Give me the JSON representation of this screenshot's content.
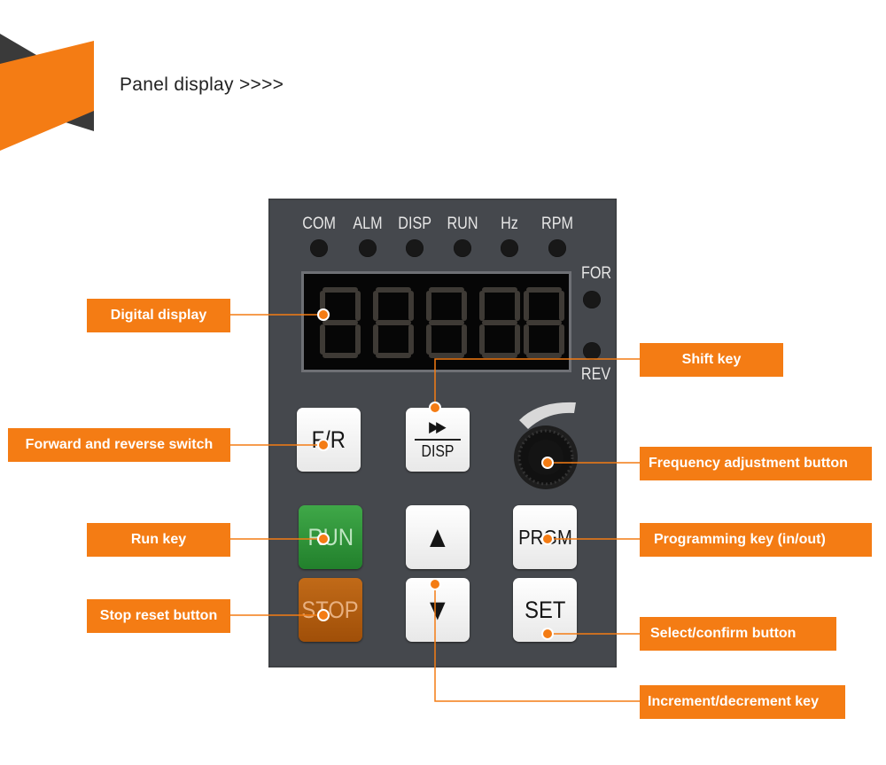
{
  "header": {
    "title": "Panel display >>>>",
    "accent_color": "#f47c14"
  },
  "panel": {
    "indicators": [
      "COM",
      "ALM",
      "DISP",
      "RUN",
      "Hz",
      "RPM"
    ],
    "direction_indicators": [
      "FOR",
      "REV"
    ],
    "keys": {
      "fr": "F/R",
      "disp_symbol": "▶▶",
      "disp": "DISP",
      "run": "RUN",
      "stop": "STOP",
      "up": "▲",
      "down": "▼",
      "prgm": "PRGM",
      "set": "SET"
    }
  },
  "callouts": {
    "digital_display": "Digital display",
    "fr_switch": "Forward and reverse switch",
    "run_key": "Run key",
    "stop_reset": "Stop reset button",
    "shift_key": "Shift key",
    "frequency": "Frequency adjustment button",
    "programming": "Programming key (in/out)",
    "select_confirm": "Select/confirm button",
    "inc_dec": "Increment/decrement key"
  }
}
